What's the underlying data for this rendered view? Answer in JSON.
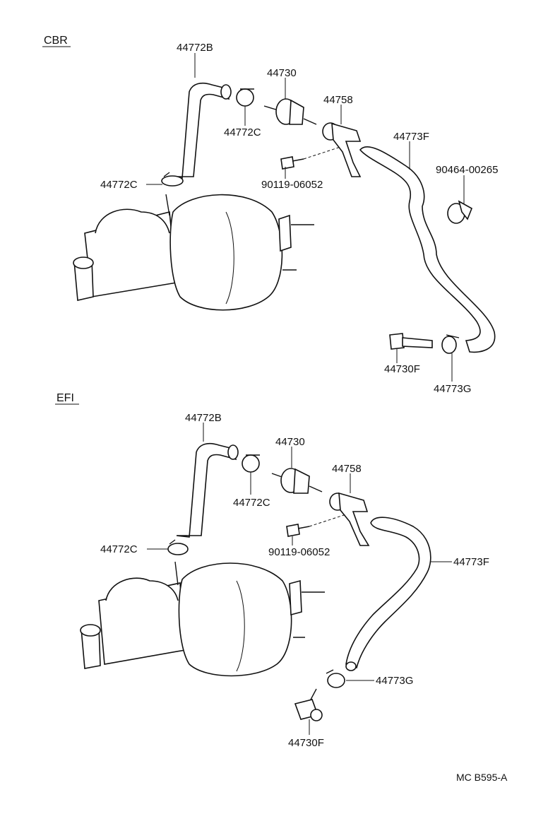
{
  "sections": {
    "cbr": "CBR",
    "efi": "EFI"
  },
  "labels_top": {
    "hose_b": "44772B",
    "clamp_c_right": "44772C",
    "valve": "44730",
    "bracket": "44758",
    "clamp_c_left": "44772C",
    "bolt": "90119-06052",
    "hose_f": "44773F",
    "clip": "90464-00265",
    "union_f": "44730F",
    "clamp_g": "44773G"
  },
  "labels_bottom": {
    "hose_b": "44772B",
    "valve": "44730",
    "clamp_c_right": "44772C",
    "bracket": "44758",
    "clamp_c_left": "44772C",
    "bolt": "90119-06052",
    "hose_f": "44773F",
    "clamp_g": "44773G",
    "union_f": "44730F"
  },
  "reference": "MC  B595-A"
}
